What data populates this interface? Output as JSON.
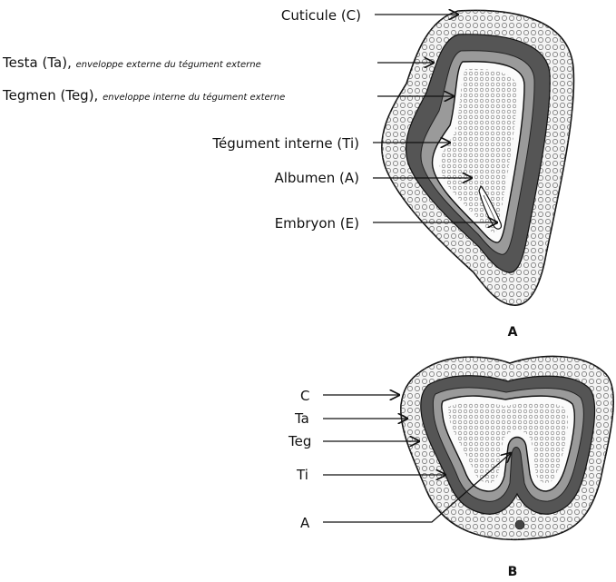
{
  "figure_a": {
    "panel_label": "A",
    "labels": {
      "cuticule": "Cuticule (C)",
      "testa": "Testa (Ta),",
      "testa_note": "enveloppe externe du tégument externe",
      "tegmen": "Tegmen (Teg),",
      "tegmen_note": "enveloppe interne du tégument externe",
      "tegument_interne": "Tégument interne (Ti)",
      "albumen": "Albumen (A)",
      "embryon": "Embryon (E)"
    }
  },
  "figure_b": {
    "panel_label": "B",
    "labels": {
      "c": "C",
      "ta": "Ta",
      "teg": "Teg",
      "ti": "Ti",
      "a": "A"
    }
  },
  "colors": {
    "ink": "#111111",
    "cuticle_fill": "#f3f3f3",
    "testa_fill": "#4a4a4a",
    "tegmen_fill": "#8a8a8a",
    "albumen_fill": "#ececec"
  }
}
